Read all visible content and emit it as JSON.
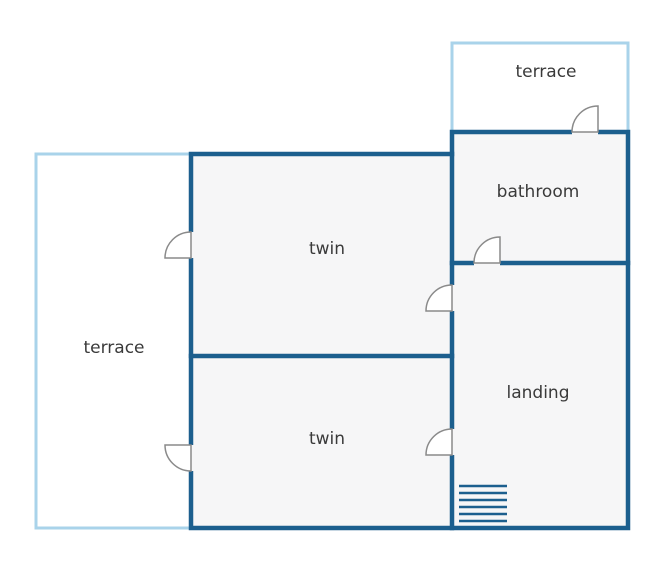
{
  "colors": {
    "wall": "#1c5f8e",
    "terrace_outline": "#a9d3ea",
    "room_fill": "#f6f6f7",
    "door": "#8a8a8a",
    "label": "#3a3a3a"
  },
  "rooms": {
    "terrace_top": "terrace",
    "bathroom": "bathroom",
    "twin_upper": "twin",
    "terrace_left": "terrace",
    "landing": "landing",
    "twin_lower": "twin"
  },
  "fixtures": {
    "stairs_icon": "stairs-icon",
    "door_icon": "door-swing-icon"
  }
}
